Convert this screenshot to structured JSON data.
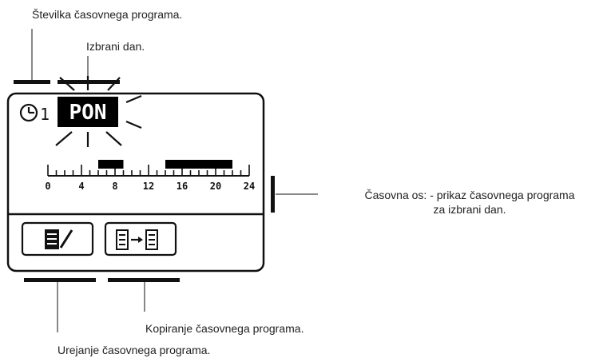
{
  "callouts": {
    "program_number": "Številka časovnega programa.",
    "selected_day": "Izbrani dan.",
    "timeline_line1": "Časovna os: - prikaz časovnega programa",
    "timeline_line2": "za izbrani dan.",
    "copy_program": "Kopiranje časovnega programa.",
    "edit_program": "Urejanje časovnega programa."
  },
  "display": {
    "program_number": "1",
    "day": "PON",
    "axis_ticks": [
      "0",
      "4",
      "8",
      "12",
      "16",
      "20",
      "24"
    ],
    "schedule_blocks": [
      {
        "start": 6,
        "end": 9
      },
      {
        "start": 14,
        "end": 22
      }
    ]
  },
  "icons": {
    "clock": "clock-icon",
    "edit": "edit-list-icon",
    "copy": "copy-list-icon"
  }
}
